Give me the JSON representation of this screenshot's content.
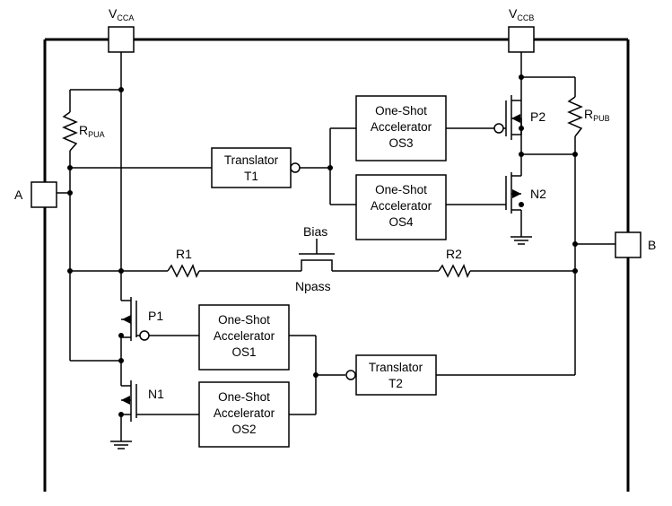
{
  "supplies": {
    "vcca": {
      "main": "V",
      "sub": "CCA"
    },
    "vccb": {
      "main": "V",
      "sub": "CCB"
    }
  },
  "ports": {
    "a": "A",
    "b": "B"
  },
  "resistors": {
    "rpua": {
      "main": "R",
      "sub": "PUA"
    },
    "rpub": {
      "main": "R",
      "sub": "PUB"
    },
    "r1": "R1",
    "r2": "R2"
  },
  "transistors": {
    "p1": "P1",
    "n1": "N1",
    "p2": "P2",
    "n2": "N2"
  },
  "npass": {
    "bias": "Bias",
    "label": "Npass"
  },
  "blocks": {
    "t1": [
      "Translator",
      "T1"
    ],
    "t2": [
      "Translator",
      "T2"
    ],
    "os1": [
      "One-Shot",
      "Accelerator",
      "OS1"
    ],
    "os2": [
      "One-Shot",
      "Accelerator",
      "OS2"
    ],
    "os3": [
      "One-Shot",
      "Accelerator",
      "OS3"
    ],
    "os4": [
      "One-Shot",
      "Accelerator",
      "OS4"
    ]
  }
}
